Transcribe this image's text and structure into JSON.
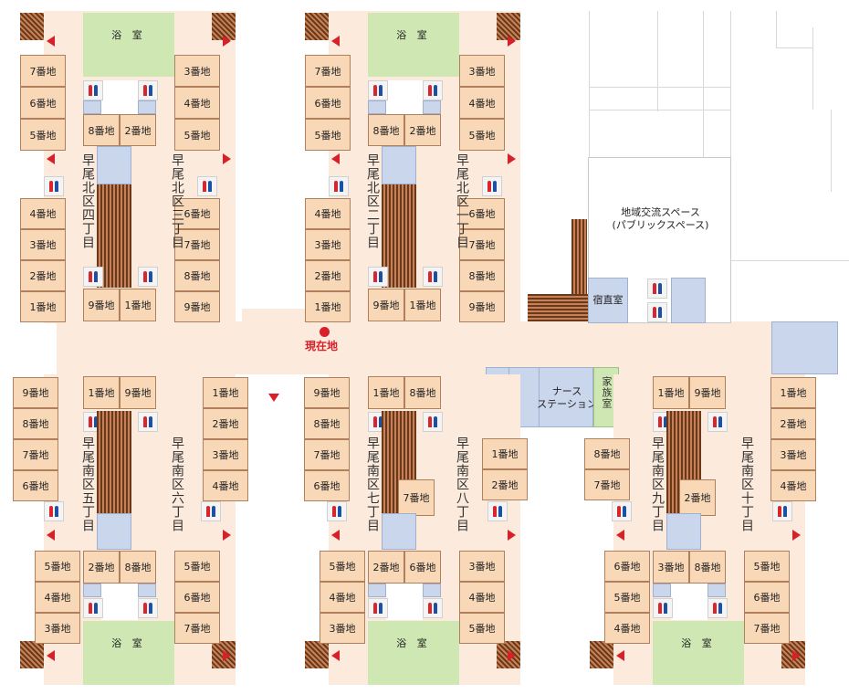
{
  "colors": {
    "room": "#f9d8b8",
    "corridor": "#fcebdc",
    "bath": "#cfe8b3",
    "blue_room": "#c9d6ec",
    "marker": "#d8202a",
    "stairs": "#8a4a24"
  },
  "here": "現在地",
  "public_space": {
    "line1": "地域交流スペース",
    "line2": "(パブリックスペース)"
  },
  "duty_room": "宿直室",
  "nurse_station": "ナース\nステーション",
  "family_room": "家族室",
  "bath": "浴 室",
  "toilet_icon": "restroom-icon",
  "units": [
    {
      "id": "n4",
      "label": "早尾北区四丁目",
      "left": [
        "7番地",
        "6番地",
        "5番地"
      ],
      "right": [
        "3番地",
        "4番地",
        "5番地"
      ],
      "inner_top": [
        "8番地",
        "2番地"
      ],
      "lower_left": [
        "4番地",
        "3番地",
        "2番地",
        "1番地"
      ],
      "lower_right": [
        "6番地",
        "7番地",
        "8番地",
        "9番地"
      ],
      "inner_bottom": [
        "9番地",
        "1番地"
      ]
    },
    {
      "id": "n3",
      "label": "早尾北区三丁目"
    },
    {
      "id": "n2",
      "label": "早尾北区二丁目",
      "left": [
        "7番地",
        "6番地",
        "5番地"
      ],
      "right": [
        "3番地",
        "4番地",
        "5番地"
      ],
      "inner_top": [
        "8番地",
        "2番地"
      ],
      "lower_left": [
        "4番地",
        "3番地",
        "2番地",
        "1番地"
      ],
      "lower_right": [
        "6番地",
        "7番地",
        "8番地",
        "9番地"
      ],
      "inner_bottom": [
        "9番地",
        "1番地"
      ]
    },
    {
      "id": "n1",
      "label": "早尾北区一丁目"
    },
    {
      "id": "s5",
      "label": "早尾南区五丁目",
      "upper_left": [
        "9番地",
        "8番地",
        "7番地",
        "6番地"
      ],
      "upper_right": [
        "1番地",
        "2番地",
        "3番地",
        "4番地"
      ],
      "inner_top": [
        "1番地",
        "9番地"
      ],
      "inner_bottom": [
        "2番地",
        "8番地"
      ],
      "lower_left": [
        "5番地",
        "4番地",
        "3番地"
      ],
      "lower_right": [
        "5番地",
        "6番地",
        "7番地"
      ]
    },
    {
      "id": "s6",
      "label": "早尾南区六丁目"
    },
    {
      "id": "s7",
      "label": "早尾南区七丁目",
      "upper_left": [
        "9番地",
        "8番地",
        "7番地",
        "6番地"
      ],
      "upper_right": [
        "1番地",
        "2番地"
      ],
      "inner_top": [
        "1番地",
        "8番地"
      ],
      "mid": "7番地",
      "inner_bottom": [
        "2番地",
        "6番地"
      ],
      "lower_left": [
        "5番地",
        "4番地",
        "3番地"
      ],
      "lower_right": [
        "3番地",
        "4番地",
        "5番地"
      ]
    },
    {
      "id": "s8",
      "label": "早尾南区八丁目"
    },
    {
      "id": "s9",
      "label": "早尾南区九丁目",
      "upper_left": [
        "8番地",
        "7番地"
      ],
      "upper_right": [
        "1番地",
        "2番地",
        "3番地",
        "4番地"
      ],
      "inner_top": [
        "1番地",
        "9番地"
      ],
      "mid": "2番地",
      "inner_bottom": [
        "3番地",
        "8番地"
      ],
      "lower_left": [
        "6番地",
        "5番地",
        "4番地"
      ],
      "lower_right": [
        "5番地",
        "6番地",
        "7番地"
      ]
    },
    {
      "id": "s10",
      "label": "早尾南区十丁目"
    }
  ]
}
